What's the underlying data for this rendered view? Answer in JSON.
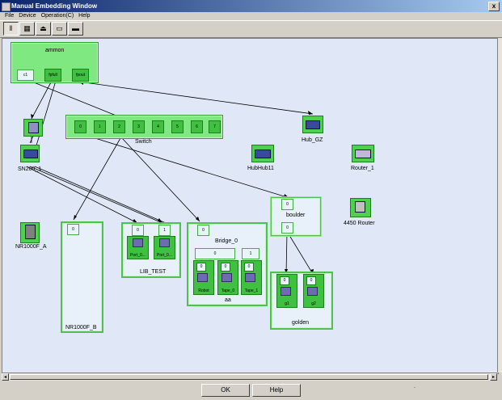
{
  "window": {
    "title": "Manual Embedding Window",
    "close_glyph": "x"
  },
  "menu": {
    "file": "File",
    "device": "Device",
    "operation": "Operation(C)",
    "help": "Help"
  },
  "toolbar": {
    "btn1": "‖",
    "btn2": "▦",
    "btn3": "⏏",
    "btn4": "▭",
    "btn5": "▬"
  },
  "groups": {
    "ammon": {
      "title": "ammon",
      "p1": "c1",
      "p2": "fpfull",
      "p3": "fpout"
    },
    "switch": {
      "label": "Switch",
      "ports": [
        "0",
        "1",
        "2",
        "3",
        "4",
        "5",
        "6",
        "7"
      ]
    },
    "lib_test": {
      "label": "LIB_TEST",
      "p0": "0",
      "p1": "1",
      "sub0": "Port_0...",
      "sub1": "Port_0..."
    },
    "nr1000f_b": {
      "label": "NR1000F_B",
      "p0": "0"
    },
    "aa": {
      "label": "aa",
      "p0": "0",
      "bridge": "Bridge_0",
      "b0": "0",
      "b1": "1",
      "s0": "0",
      "s1": "0",
      "s2": "0",
      "robot": "Robot",
      "tape0": "Tape_0",
      "tape1": "Tape_1"
    },
    "boulder": {
      "label": "boulder",
      "p0": "0",
      "p1": "0"
    },
    "golden": {
      "label": "golden",
      "p0": "0",
      "p1": "0",
      "g1": "g1",
      "g2": "g2"
    }
  },
  "devices": {
    "hub_gz": "Hub_GZ",
    "hubhub11": "HubHub11",
    "router_1": "Router_1",
    "router_4450": "4450 Router",
    "sn200": "SN200_1",
    "nr1000f_a": "NR1000F_A"
  },
  "footer": {
    "ok": "OK",
    "help": "Help",
    "dot": "."
  }
}
